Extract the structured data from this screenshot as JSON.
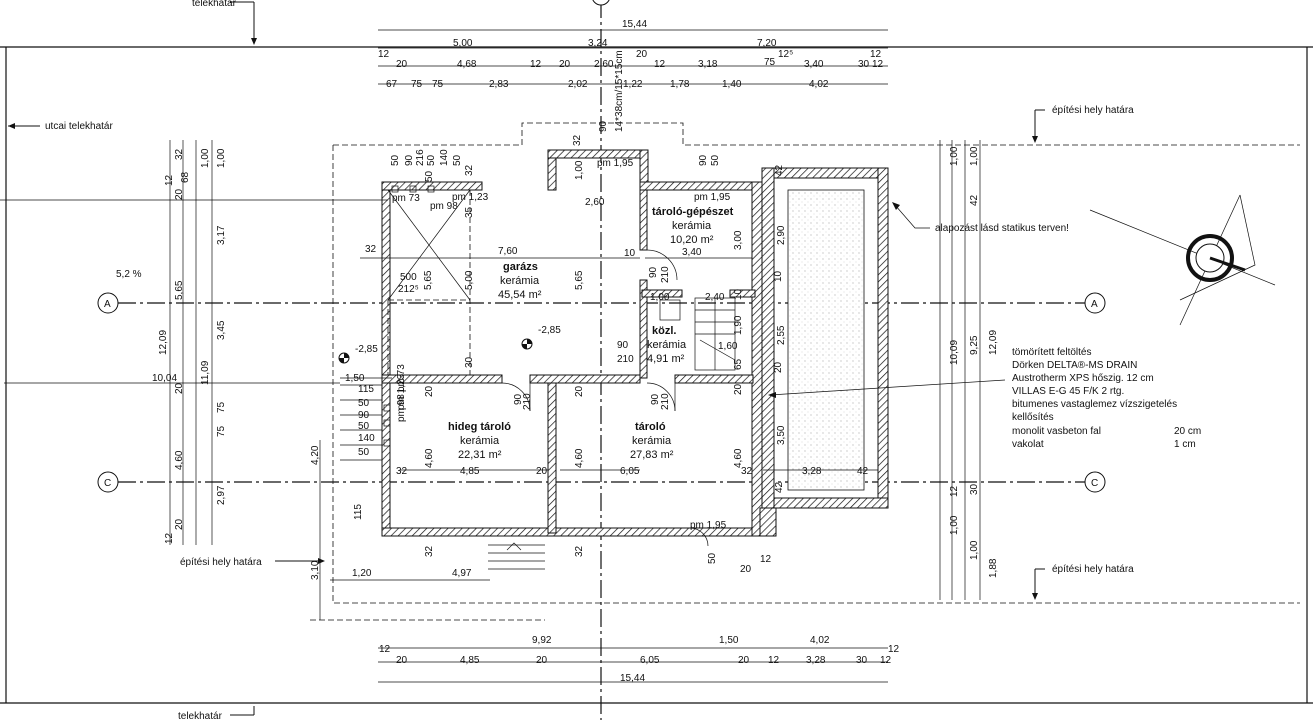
{
  "boundary": {
    "plot_top": "telekhatár",
    "plot_bottom": "telekhatár",
    "street": "utcai telekhatár",
    "building_zone_right_top": "építési hely határa",
    "building_zone_left": "építési hely határa",
    "building_zone_right_bottom": "építési hely határa"
  },
  "axes": {
    "a": "A",
    "c": "C"
  },
  "rooms": {
    "garage": {
      "name": "garázs",
      "floor": "kerámia",
      "area": "45,54 m²",
      "width": "7,60"
    },
    "mech": {
      "name": "tároló-gépészet",
      "floor": "kerámia",
      "area": "10,20 m²",
      "width": "3,40"
    },
    "hall": {
      "name": "közl.",
      "floor": "kerámia",
      "area": "4,91 m²"
    },
    "cold": {
      "name": "hideg tároló",
      "floor": "kerámia",
      "area": "22,31 m²",
      "width": "4,85"
    },
    "store": {
      "name": "tároló",
      "floor": "kerámia",
      "area": "27,83 m²",
      "width": "6,05"
    }
  },
  "levels": {
    "inside": "-2,85",
    "outside": "-2,85"
  },
  "slope": "5,2 %",
  "notes": {
    "foundation": "alapozást lásd statikus terven!",
    "spec": [
      "tömörített feltöltés",
      "Dörken DELTA®-MS DRAIN",
      "Austrotherm XPS  hőszig.  12 cm",
      "VILLAS E-G 45 F/K    2 rtg.",
      "bitumenes vastaglemez vízszigetelés",
      "kellősítés",
      "monolit vasbeton fal",
      "vakolat"
    ],
    "spec_values": [
      "20 cm",
      "1 cm"
    ]
  },
  "top_dims": {
    "row1": [
      "15,44"
    ],
    "row2": [
      "12",
      "5,00",
      "3,24",
      "20",
      "7,20",
      "12⁵",
      "12"
    ],
    "row3": [
      "20",
      "4,68",
      "12",
      "20",
      "2,60",
      "12",
      "3,18",
      "75",
      "3,40",
      "30",
      "12"
    ],
    "row4": [
      "67",
      "75",
      "75",
      "2,83",
      "2,02",
      "1,22",
      "1,78",
      "1,40",
      "4,02"
    ]
  },
  "bottom_dims": {
    "row1": [
      "9,92",
      "1,50",
      "4,02",
      "12"
    ],
    "row2": [
      "12",
      "20",
      "4,85",
      "20",
      "6,05",
      "20",
      "12",
      "3,28",
      "30",
      "12"
    ],
    "row3": [
      "15,44"
    ]
  },
  "left_dims": [
    "12,09",
    "5,65",
    "4,60",
    "11,09",
    "3,17",
    "3,45",
    "75",
    "75",
    "2,97",
    "1,00",
    "1,00",
    "32",
    "12",
    "20",
    "68",
    "12",
    "20",
    "10,04",
    "20",
    "4,20",
    "3,10"
  ],
  "right_dims": [
    "10,09",
    "9,25",
    "12,09",
    "1,00",
    "1,00",
    "42",
    "1,00",
    "12",
    "30",
    "1,00",
    "1,88"
  ],
  "inner_dims": [
    "5,65",
    "5,00",
    "5,65",
    "32",
    "35",
    "32",
    "30",
    "2,60",
    "1,00",
    "1,00",
    "2,40",
    "10",
    "1,90",
    "1,60",
    "65",
    "20",
    "10",
    "3,00",
    "2,90",
    "10",
    "2,55",
    "20",
    "3,50",
    "3,28",
    "42",
    "42",
    "42",
    "4,60",
    "4,60",
    "4,60",
    "32",
    "32",
    "20",
    "20",
    "1,50",
    "20",
    "1,20",
    "4,97",
    "32",
    "32",
    "12",
    "20",
    "50",
    "50",
    "212⁵",
    "500",
    "pm 73",
    "pm 98",
    "pm 1,23",
    "pm 1,95",
    "pm 1,95",
    "pm 1,23",
    "pm 98",
    "pm 73",
    "pm 1,95",
    "90",
    "210",
    "90",
    "210",
    "90",
    "210",
    "90",
    "210",
    "90",
    "216",
    "50",
    "140",
    "50",
    "115",
    "50",
    "90",
    "50",
    "140",
    "50",
    "115",
    "50",
    "90",
    "14*38cm/15*15cm",
    "32",
    "90",
    "50",
    "32",
    "90",
    "50"
  ]
}
